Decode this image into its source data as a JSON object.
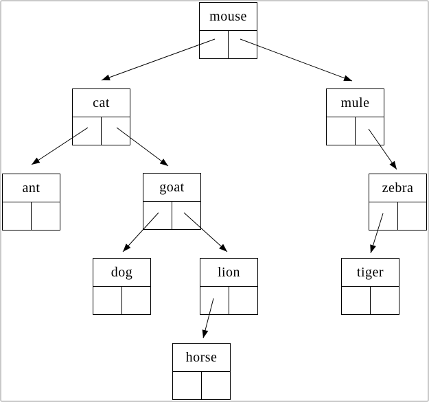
{
  "diagram": {
    "type": "binary-tree",
    "nodes": {
      "mouse": {
        "label": "mouse"
      },
      "cat": {
        "label": "cat"
      },
      "mule": {
        "label": "mule"
      },
      "ant": {
        "label": "ant"
      },
      "goat": {
        "label": "goat"
      },
      "zebra": {
        "label": "zebra"
      },
      "dog": {
        "label": "dog"
      },
      "lion": {
        "label": "lion"
      },
      "tiger": {
        "label": "tiger"
      },
      "horse": {
        "label": "horse"
      }
    },
    "edges": [
      {
        "from": "mouse",
        "pointer": "left",
        "to": "cat"
      },
      {
        "from": "mouse",
        "pointer": "right",
        "to": "mule"
      },
      {
        "from": "cat",
        "pointer": "left",
        "to": "ant"
      },
      {
        "from": "cat",
        "pointer": "right",
        "to": "goat"
      },
      {
        "from": "goat",
        "pointer": "left",
        "to": "dog"
      },
      {
        "from": "goat",
        "pointer": "right",
        "to": "lion"
      },
      {
        "from": "lion",
        "pointer": "left",
        "to": "horse"
      },
      {
        "from": "mule",
        "pointer": "right",
        "to": "zebra"
      },
      {
        "from": "zebra",
        "pointer": "left",
        "to": "tiger"
      }
    ],
    "colors": {
      "stroke": "#000000",
      "background": "#ffffff",
      "frame": "#c9c9c9"
    }
  }
}
